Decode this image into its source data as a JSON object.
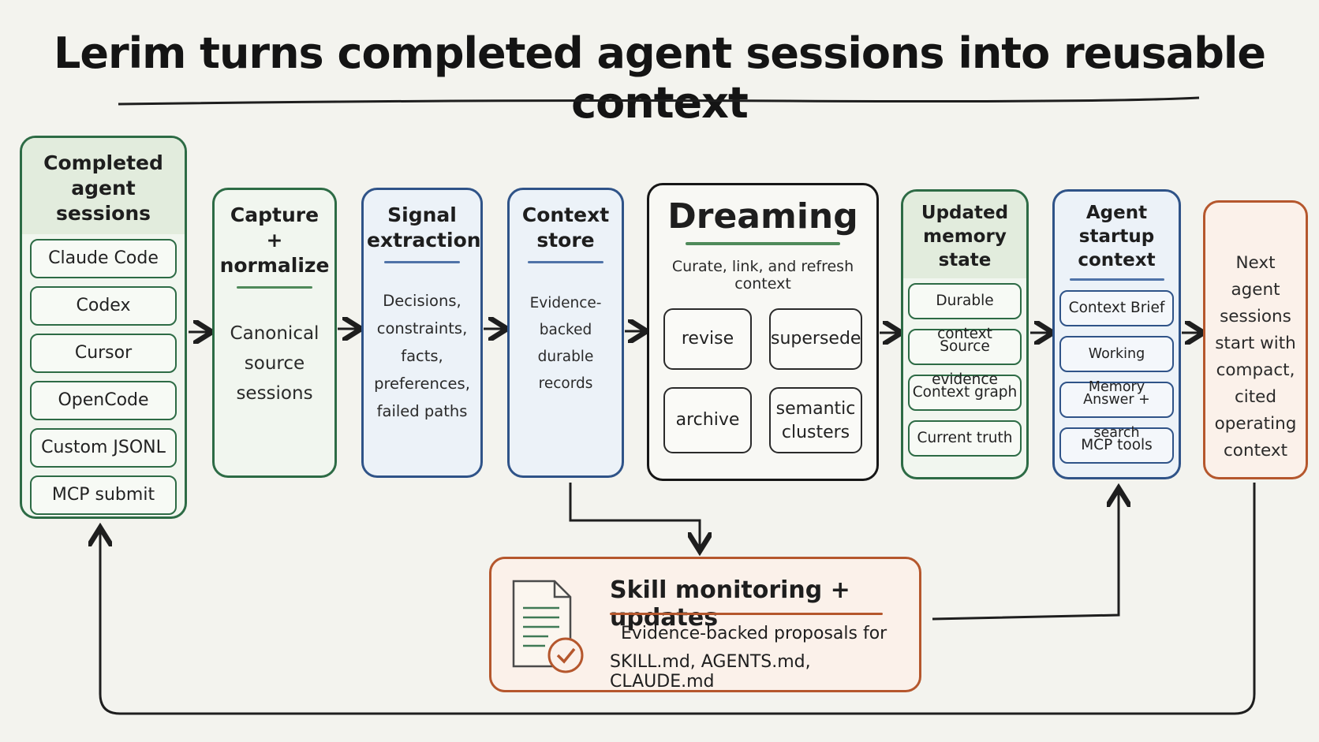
{
  "title": "Lerim turns completed agent sessions into reusable context",
  "sessions": {
    "heading": "Completed agent sessions",
    "items": [
      "Claude Code",
      "Codex",
      "Cursor",
      "OpenCode",
      "Custom JSONL",
      "MCP submit"
    ]
  },
  "capture": {
    "heading": "Capture + normalize",
    "body": "Canonical source sessions"
  },
  "signal": {
    "heading": "Signal extraction",
    "body": "Decisions, constraints, facts, preferences, failed paths"
  },
  "store": {
    "heading": "Context store",
    "body": "Evidence-backed durable records"
  },
  "dreaming": {
    "heading": "Dreaming",
    "subtitle": "Curate, link, and refresh context",
    "items": [
      "revise",
      "supersede",
      "archive",
      "semantic clusters"
    ]
  },
  "memory": {
    "heading": "Updated memory state",
    "items": [
      "Durable context",
      "Source evidence",
      "Context graph",
      "Current truth"
    ]
  },
  "startup": {
    "heading": "Agent startup context",
    "items": [
      "Context Brief",
      "Working Memory",
      "Answer + search",
      "MCP tools"
    ]
  },
  "next": {
    "body": "Next agent sessions start with compact, cited operating context"
  },
  "skill": {
    "heading": "Skill monitoring + updates",
    "line1": "Evidence-backed proposals for",
    "line2": "SKILL.md, AGENTS.md, CLAUDE.md"
  },
  "colors": {
    "green": "#2d6b45",
    "blue": "#2f5388",
    "orange": "#b5572d",
    "black": "#161616"
  }
}
